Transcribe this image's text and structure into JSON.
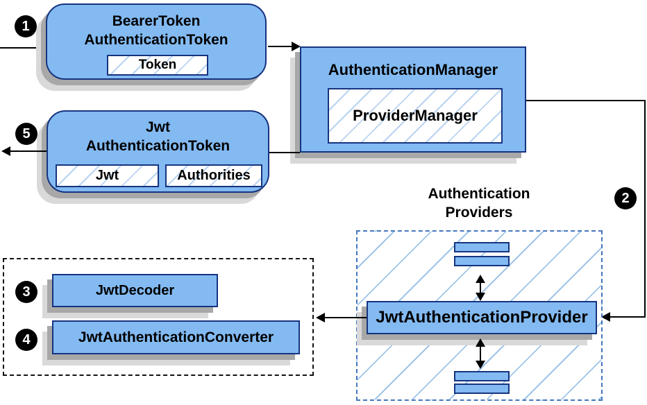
{
  "colors": {
    "box_fill": "#83baf2",
    "box_border": "#16337f",
    "hatch_line": "#b9d3f0",
    "providers_dash_border": "#4477bb",
    "decoder_dash_border": "#111111",
    "shadow_dark": "#a8a8a8",
    "shadow_light": "#d9d9d9",
    "arrow": "#000000",
    "step_badge_bg": "#000000",
    "step_badge_text": "#ffffff"
  },
  "steps": [
    "1",
    "2",
    "3",
    "4",
    "5"
  ],
  "boxes": {
    "bearer_token": {
      "title": [
        "BearerToken",
        "AuthenticationToken"
      ],
      "fields": [
        "Token"
      ]
    },
    "authentication_manager": {
      "title": "AuthenticationManager",
      "fields": [
        "ProviderManager"
      ]
    },
    "jwt_authentication_token": {
      "title": [
        "Jwt",
        "AuthenticationToken"
      ],
      "fields": [
        "Jwt",
        "Authorities"
      ]
    },
    "jwt_authentication_provider": {
      "title": "JwtAuthenticationProvider"
    },
    "jwt_decoder": {
      "title": "JwtDecoder"
    },
    "jwt_authentication_converter": {
      "title": "JwtAuthenticationConverter"
    }
  },
  "labels": {
    "providers_group": [
      "Authentication",
      "Providers"
    ]
  }
}
